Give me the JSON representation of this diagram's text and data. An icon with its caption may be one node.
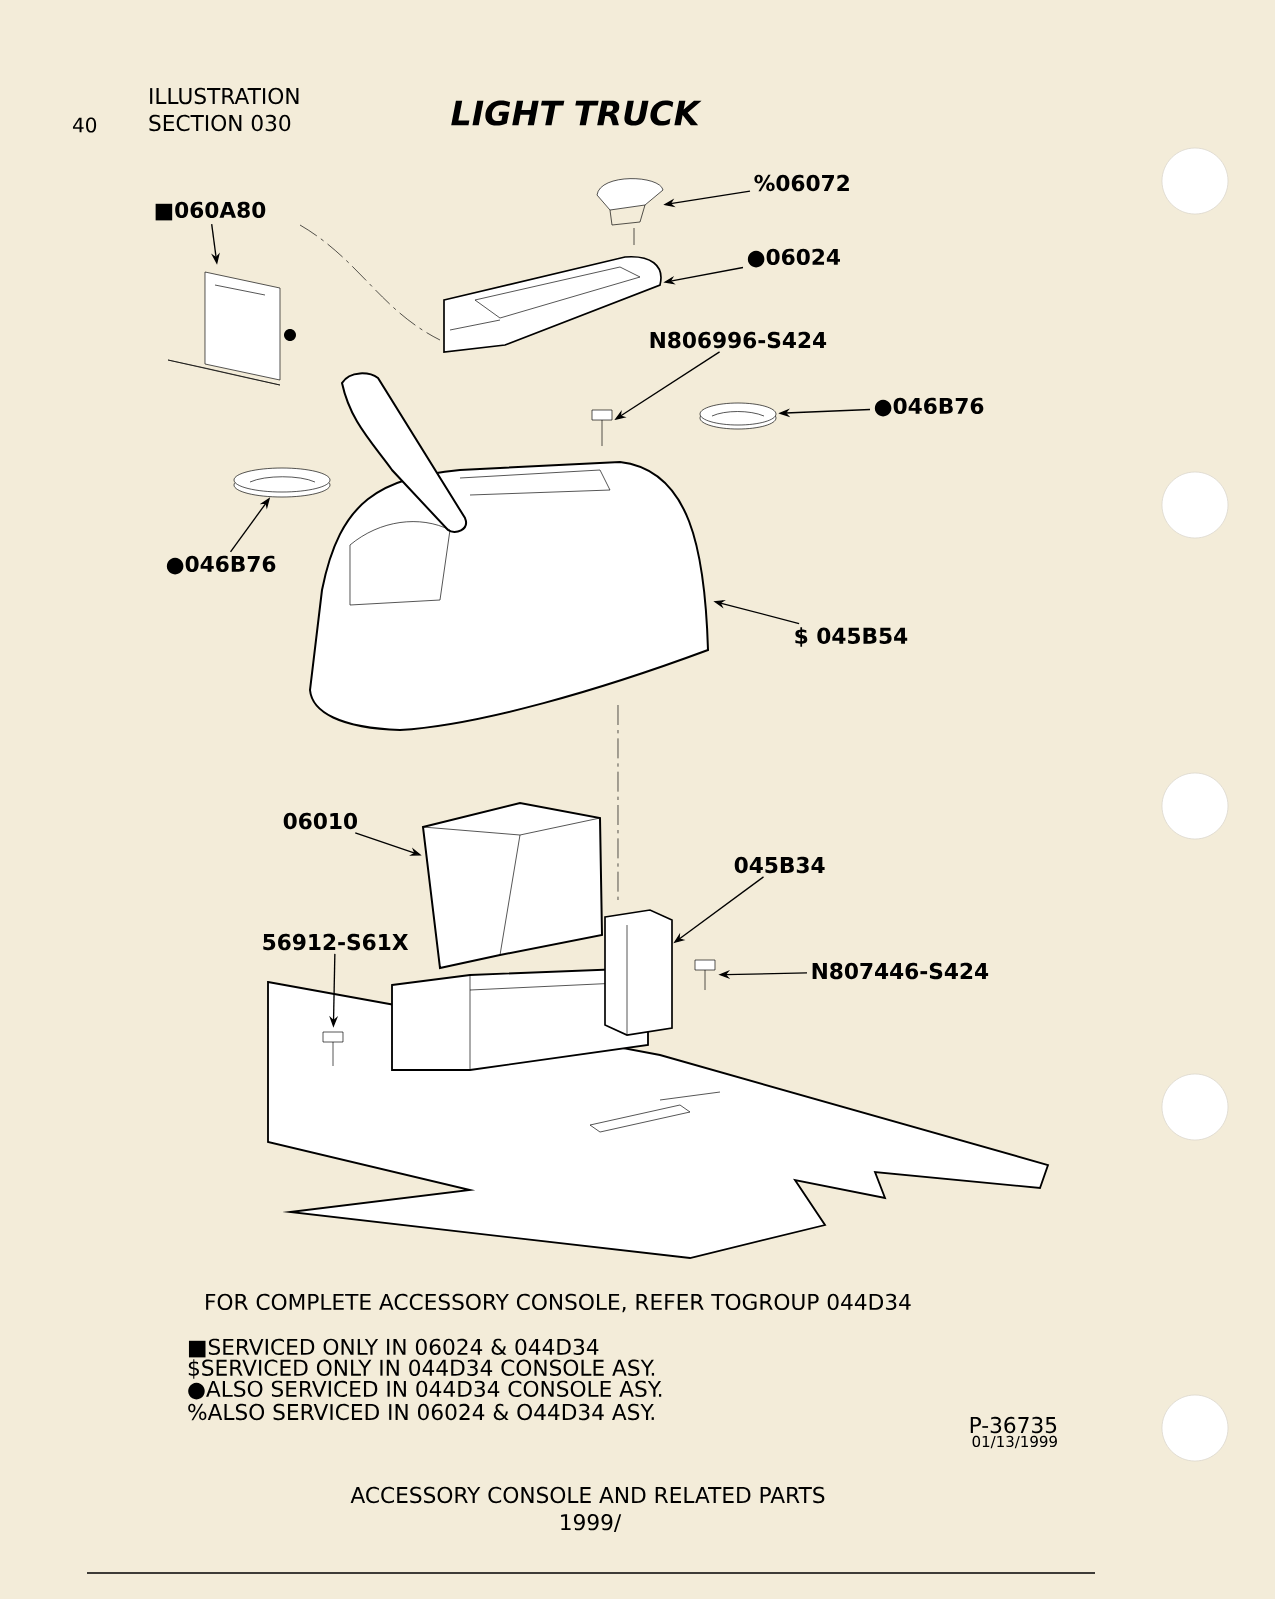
{
  "diagram": {
    "title": "LIGHT TRUCK",
    "caption": "ACCESSORY CONSOLE AND RELATED PARTS",
    "nodes": [
      {
        "text": [
          "■060A80"
        ]
      },
      {
        "text": [],
        "shape": "picture"
      },
      {
        "text": [
          "%06072"
        ]
      },
      {
        "text": [],
        "shape": "picture"
      },
      {
        "text": [
          "●06024"
        ]
      },
      {
        "text": [],
        "shape": "picture"
      },
      {
        "text": [
          "N806996-S424"
        ]
      },
      {
        "text": [],
        "shape": "picture"
      },
      {
        "text": [
          "●046B76"
        ]
      },
      {
        "text": [],
        "shape": "picture"
      },
      {
        "text": [
          "●046B76"
        ]
      },
      {
        "text": [],
        "shape": "picture"
      },
      {
        "text": [
          "$ 045B54"
        ]
      },
      {
        "text": [],
        "shape": "picture"
      },
      {
        "text": [
          "06010"
        ]
      },
      {
        "text": [],
        "shape": "picture"
      },
      {
        "text": [
          "045B34"
        ]
      },
      {
        "text": [],
        "shape": "picture"
      },
      {
        "text": [
          "56912-S61X"
        ]
      },
      {
        "text": [],
        "shape": "picture"
      },
      {
        "text": [
          "N807446-S424"
        ]
      },
      {
        "text": [],
        "shape": "picture"
      }
    ],
    "edges": [
      {
        "from": 0,
        "to": 1,
        "arrow": "to"
      },
      {
        "from": 2,
        "to": 3,
        "arrow": "to"
      },
      {
        "from": 4,
        "to": 5,
        "arrow": "to"
      },
      {
        "from": 6,
        "to": 7,
        "arrow": "to"
      },
      {
        "from": 8,
        "to": 9,
        "arrow": "to"
      },
      {
        "from": 10,
        "to": 11,
        "arrow": "to"
      },
      {
        "from": 12,
        "to": 13,
        "arrow": "to"
      },
      {
        "from": 14,
        "to": 15,
        "arrow": "to"
      },
      {
        "from": 16,
        "to": 17,
        "arrow": "to"
      },
      {
        "from": 18,
        "to": 19,
        "arrow": "to"
      },
      {
        "from": 20,
        "to": 21,
        "arrow": "to"
      }
    ],
    "labels": [
      "ILLUSTRATION",
      "40",
      "SECTION 030",
      "FOR COMPLETE ACCESSORY CONSOLE, REFER TOGROUP 044D34",
      "■SERVICED ONLY IN 06024 & 044D34",
      "$SERVICED ONLY IN 044D34 CONSOLE ASY.",
      "●ALSO SERVICED IN 044D34 CONSOLE ASY.",
      "%ALSO SERVICED IN 06024 & O44D34 ASY.",
      "P-36735",
      "01/13/1999",
      "1999/"
    ]
  }
}
